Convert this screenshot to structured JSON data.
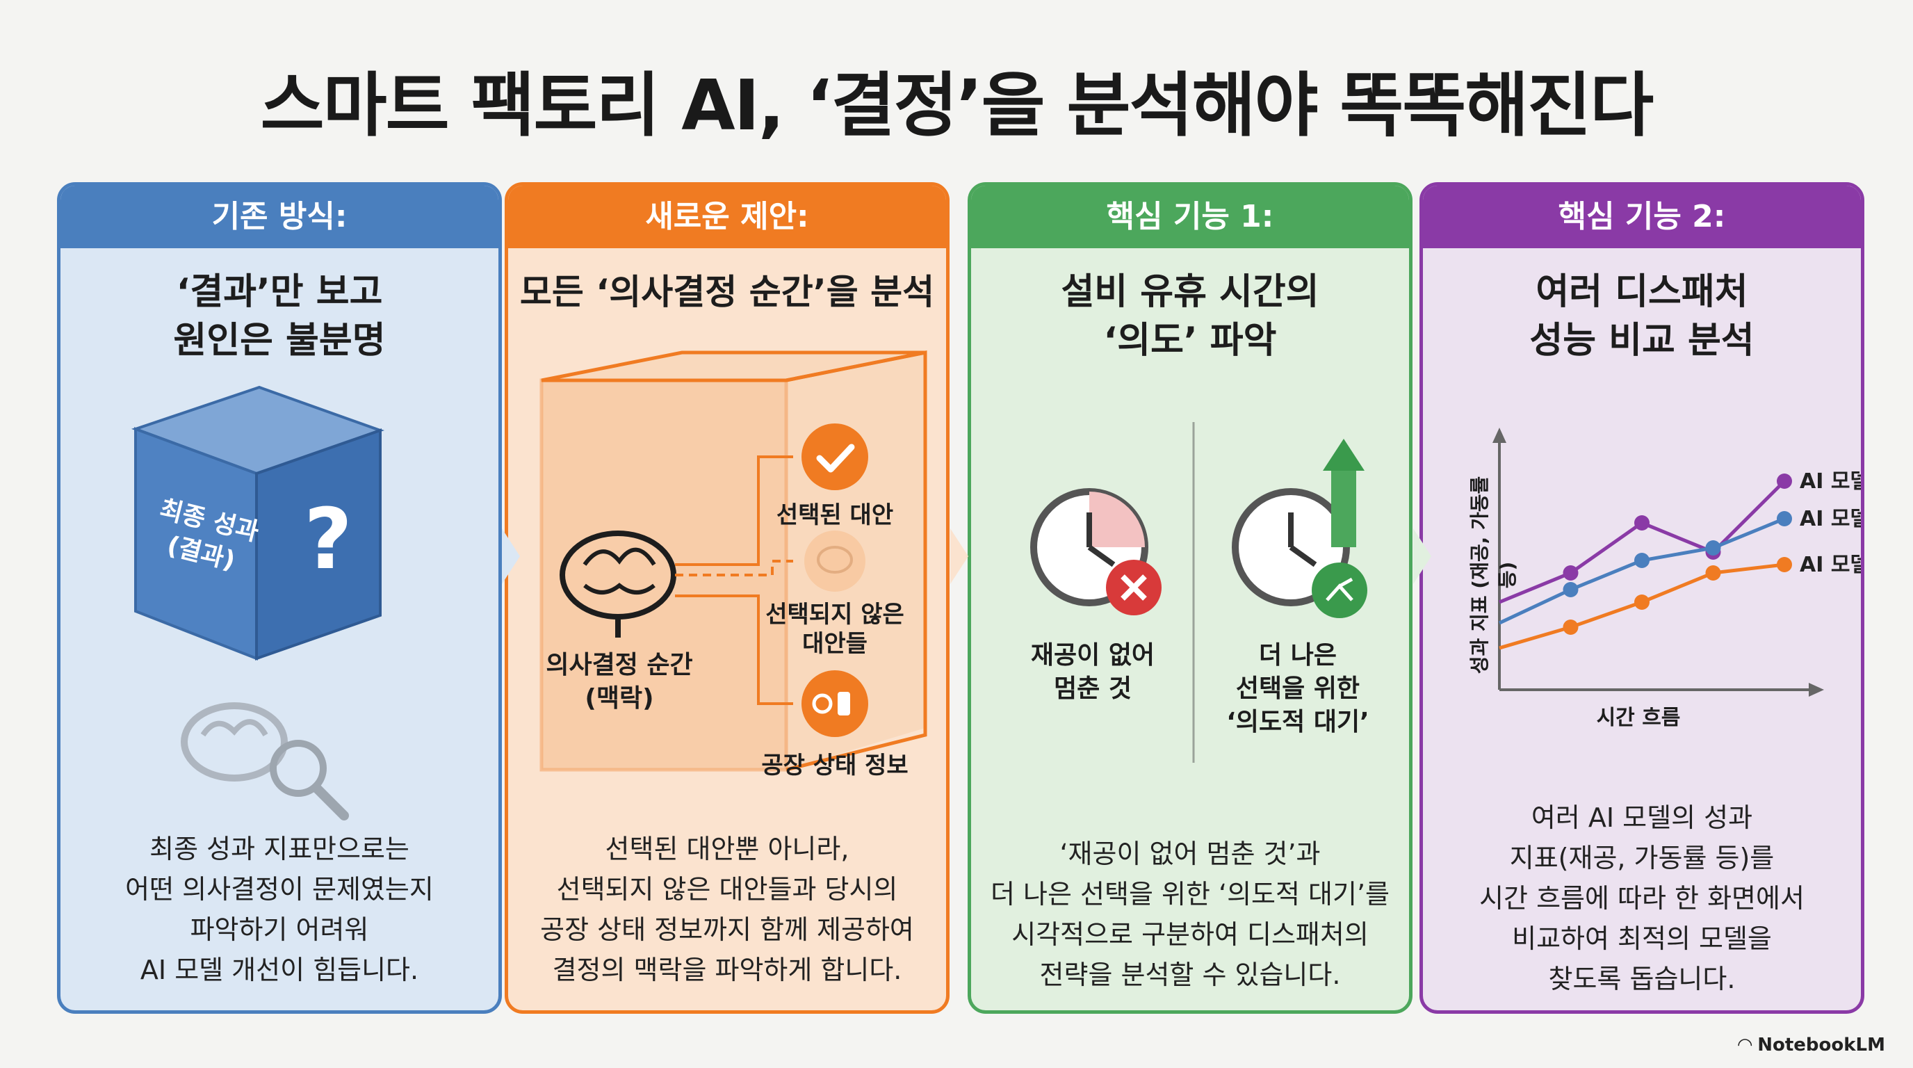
{
  "title": "스마트 팩토리 AI, ‘결정’을 분석해야 똑똑해진다",
  "panels": [
    {
      "header": "기존 방식:",
      "subtitle": "‘결과’만 보고\n원인은 불분명",
      "cube_label": "최종 성과\n(결과)",
      "cube_mark": "?",
      "description": "최종 성과 지표만으로는\n어떤 의사결정이 문제였는지\n파악하기 어려워\nAI 모델 개선이 힘듭니다."
    },
    {
      "header": "새로운 제안:",
      "subtitle": "모든 ‘의사결정 순간’을 분석",
      "brain_label": "의사결정 순간\n(맥락)",
      "options": [
        "선택된 대안",
        "선택되지 않은\n대안들",
        "공장 상태 정보"
      ],
      "description": "선택된 대안뿐 아니라,\n선택되지 않은 대안들과 당시의\n공장 상태 정보까지 함께 제공하여\n결정의 맥락을 파악하게 합니다."
    },
    {
      "header": "핵심 기능 1:",
      "subtitle": "설비 유휴 시간의\n‘의도’ 파악",
      "left_label": "재공이 없어\n멈춘 것",
      "right_label": "더 나은\n선택을 위한\n‘의도적 대기’",
      "description": "‘재공이 없어 멈춘 것’과\n더 나은 선택을 위한 ‘의도적 대기’를\n시각적으로 구분하여 디스패처의\n전략을 분석할 수 있습니다."
    },
    {
      "header": "핵심 기능 2:",
      "subtitle": "여러 디스패처\n성능 비교 분석",
      "description": "여러 AI 모델의 성과\n지표(재공, 가동률 등)를\n시간 흐름에 따라 한 화면에서\n비교하여 최적의 모델을\n찾도록 돕습니다."
    }
  ],
  "chart_data": {
    "type": "line",
    "xlabel": "시간 흐름",
    "ylabel": "성과 지표 (재공, 가동률 등)",
    "x": [
      1,
      2,
      3,
      4,
      5
    ],
    "series": [
      {
        "name": "AI 모델 A",
        "values": [
          4.2,
          5.6,
          8.0,
          6.6,
          10.0
        ],
        "color": "#8a3aa6"
      },
      {
        "name": "AI 모델 B",
        "values": [
          3.2,
          4.8,
          6.2,
          6.8,
          8.2
        ],
        "color": "#4a7fbe"
      },
      {
        "name": "AI 모델 C",
        "values": [
          2.0,
          3.0,
          4.2,
          5.6,
          6.0
        ],
        "color": "#f07b22"
      }
    ],
    "ylim": [
      0,
      12
    ]
  },
  "brand": "NotebookLM",
  "colors": {
    "blue": "#4a7fbe",
    "orange": "#f07b22",
    "green": "#4ca75c",
    "purple": "#8a3aa6",
    "red": "#d83a3a"
  }
}
